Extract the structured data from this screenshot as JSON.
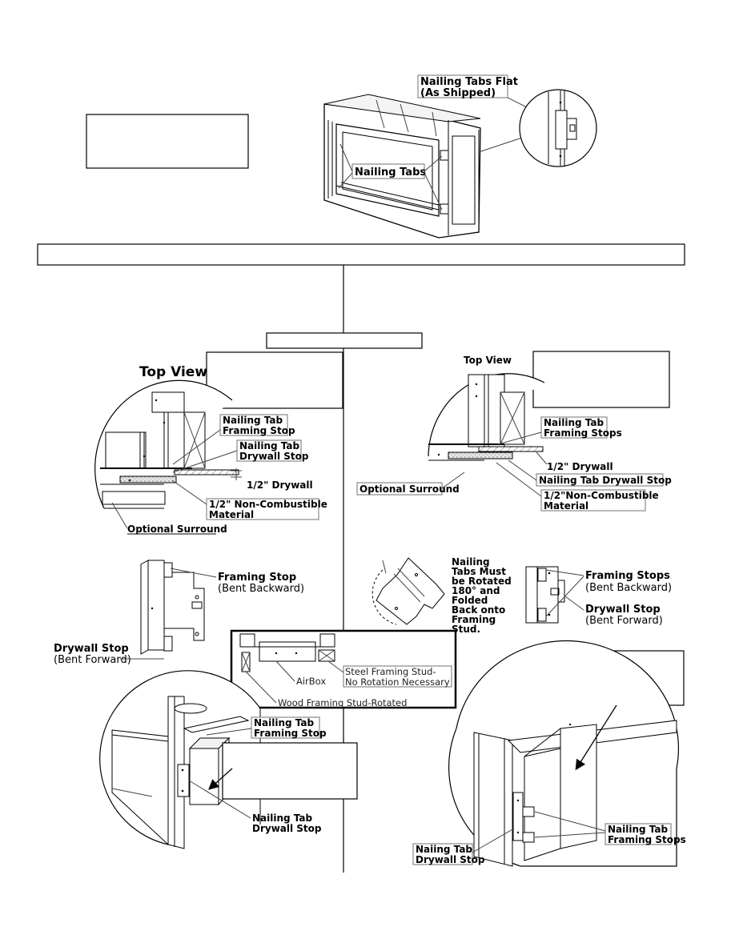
{
  "labels": {
    "nailing_tabs_flat_1": "Nailing Tabs Flat",
    "nailing_tabs_flat_2": "(As Shipped)",
    "nailing_tabs": "Nailing Tabs",
    "top_view_left": "Top View",
    "top_view_right": "Top View",
    "left_framing_stop_1": "Nailing Tab",
    "left_framing_stop_2": "Framing Stop",
    "left_drywall_stop_1": "Nailing Tab",
    "left_drywall_stop_2": "Drywall Stop",
    "left_drywall": "1/2\" Drywall",
    "left_noncomb_1": "1/2\" Non-Combustible",
    "left_noncomb_2": "Material",
    "left_surround": "Optional Surround",
    "right_framing_stops_1": "Nailing Tab",
    "right_framing_stops_2": "Framing Stops",
    "right_drywall": "1/2\" Drywall",
    "right_drywall_stop": "Nailing Tab Drywall Stop",
    "right_noncomb_1": "1/2\"Non-Combustible",
    "right_noncomb_2": "Material",
    "right_surround": "Optional Surround",
    "framing_stop": "Framing Stop",
    "bent_backward": "(Bent Backward)",
    "drywall_stop": "Drywall Stop",
    "bent_forward": "(Bent Forward)",
    "rotate_1": "Nailing",
    "rotate_2": "Tabs Must",
    "rotate_3": "be Rotated",
    "rotate_4": "180° and",
    "rotate_5": "Folded",
    "rotate_6": "Back onto",
    "rotate_7": "Framing",
    "rotate_8": "Stud.",
    "framing_stops_r": "Framing Stops",
    "bent_backward_r": "(Bent Backward)",
    "drywall_stop_r": "Drywall Stop",
    "bent_forward_r": "(Bent Forward)",
    "steel_stud_1": "Steel Framing Stud-",
    "steel_stud_2": "No Rotation Necessary",
    "airbox": "AirBox",
    "wood_stud": "Wood Framing Stud-Rotated",
    "bl_framing_stop_1": "Nailing Tab",
    "bl_framing_stop_2": "Framing Stop",
    "bl_drywall_stop_1": "Nailing Tab",
    "bl_drywall_stop_2": "Drywall Stop",
    "br_framing_stops_1": "Nailing Tab",
    "br_framing_stops_2": "Framing Stops",
    "br_drywall_stop_1": "Naiing Tab",
    "br_drywall_stop_2": "Drywall Stop"
  }
}
